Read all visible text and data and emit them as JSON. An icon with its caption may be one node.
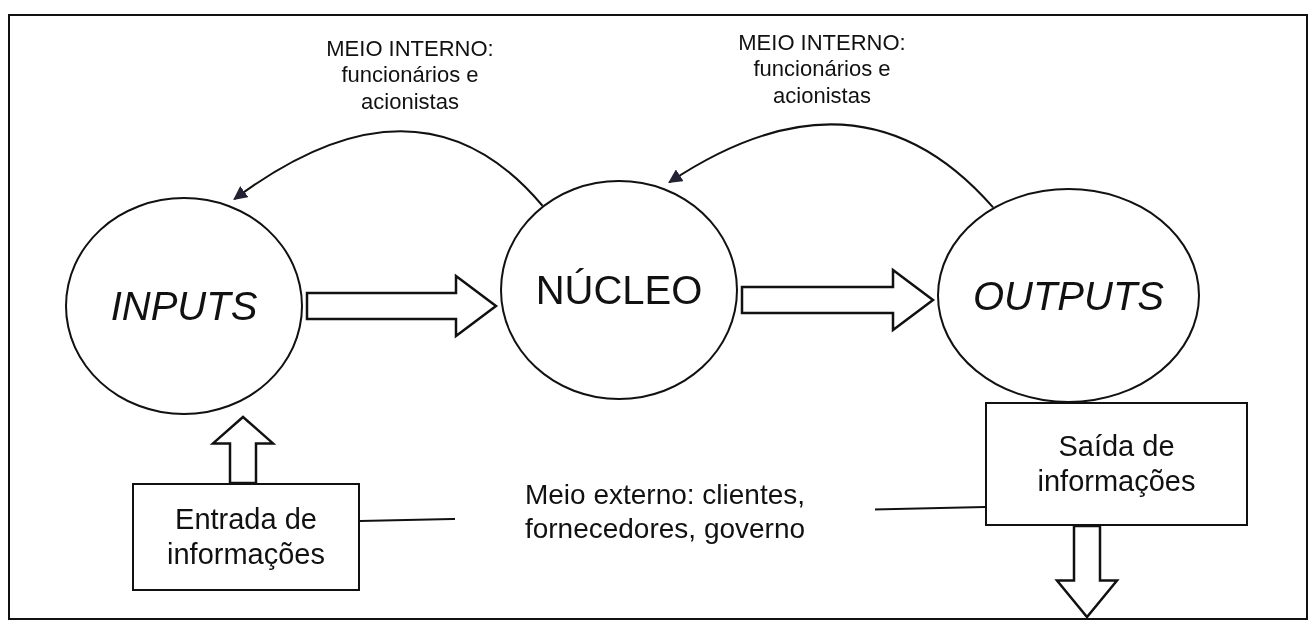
{
  "diagram": {
    "nodes": [
      {
        "text": [
          "INPUTS"
        ]
      },
      {
        "text": [
          "NÚCLEO"
        ]
      },
      {
        "text": [
          "OUTPUTS"
        ]
      },
      {
        "text": [
          "Entrada de informações"
        ]
      },
      {
        "text": [
          "Saída de informações"
        ]
      }
    ],
    "edges": [
      {
        "from": 1,
        "to": 0,
        "arrow": "to",
        "label": "MEIO INTERNO: funcionários e acionistas"
      },
      {
        "from": 2,
        "to": 1,
        "arrow": "to",
        "label": "MEIO INTERNO: funcionários e acionistas"
      },
      {
        "from": 0,
        "to": 1,
        "arrow": "to",
        "style": "thick"
      },
      {
        "from": 1,
        "to": 2,
        "arrow": "to",
        "style": "thick"
      },
      {
        "from": 3,
        "to": 0,
        "arrow": "to",
        "style": "thick"
      },
      {
        "from": 4,
        "to": null,
        "arrow": "to",
        "style": "thick"
      },
      {
        "from": 3,
        "to": 4,
        "arrow": "none",
        "label": "Meio externo: clientes, fornecedores, governo"
      }
    ]
  }
}
